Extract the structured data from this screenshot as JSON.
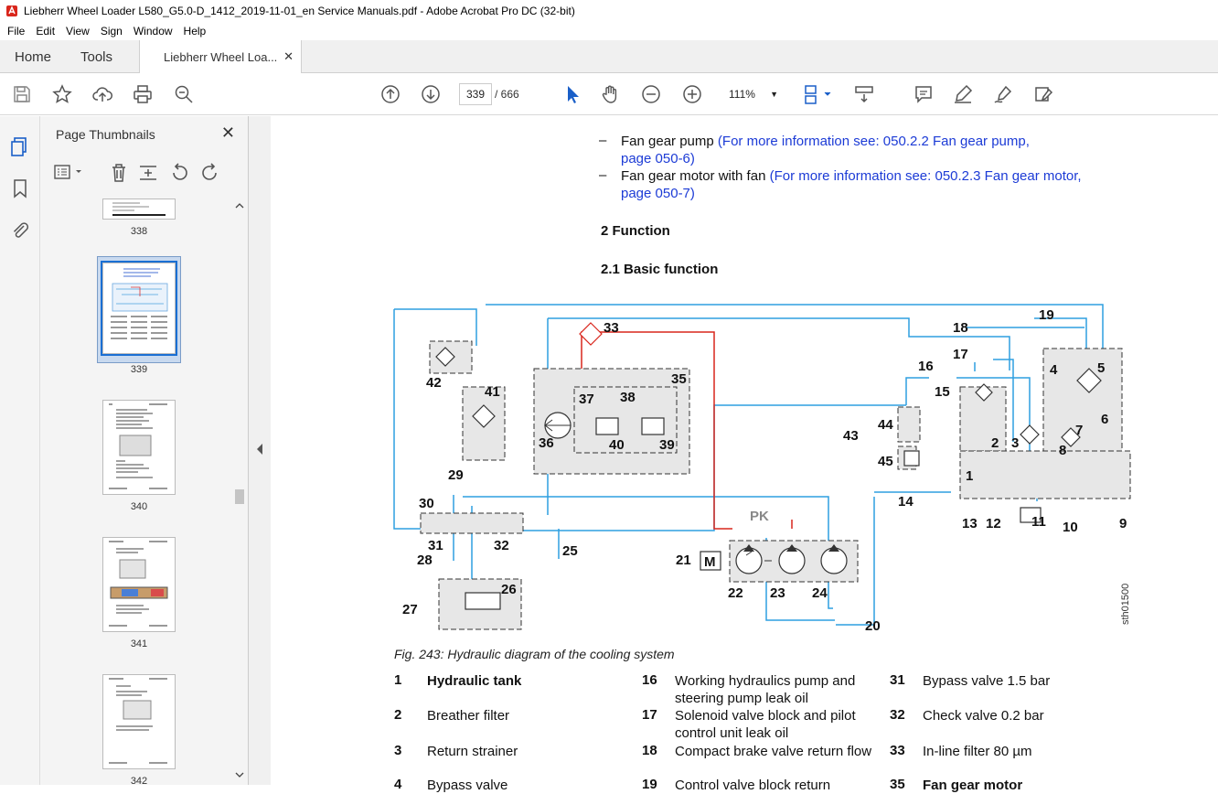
{
  "window": {
    "title": "Liebherr Wheel Loader L580_G5.0-D_1412_2019-11-01_en Service Manuals.pdf - Adobe Acrobat Pro DC (32-bit)"
  },
  "menu": [
    "File",
    "Edit",
    "View",
    "Sign",
    "Window",
    "Help"
  ],
  "tabs": {
    "home": "Home",
    "tools": "Tools",
    "doc": "Liebherr Wheel Loa...",
    "doc_close": "✕"
  },
  "toolbar": {
    "current_page": "339",
    "page_sep": "/ 666",
    "zoom": "111%"
  },
  "thumbnails": {
    "title": "Page Thumbnails",
    "close": "✕",
    "pages": [
      "338",
      "339",
      "340",
      "341",
      "342"
    ],
    "selected": "339"
  },
  "document": {
    "bullets": [
      {
        "dash": "–",
        "text": "Fan gear pump ",
        "link": "(For more information see: 050.2.2 Fan gear pump,",
        "link2": "page 050-6)"
      },
      {
        "dash": "–",
        "text": "Fan gear motor with fan ",
        "link": "(For more information see: 050.2.3 Fan gear motor,",
        "link2": "page 050-7)"
      }
    ],
    "heading1": "2 Function",
    "heading2": "2.1 Basic function",
    "figure_id": "sth01500",
    "caption": "Fig. 243: Hydraulic diagram of the cooling system",
    "labels": {
      "l1": "1",
      "l2": "2",
      "l3": "3",
      "l4": "4",
      "l5": "5",
      "l6": "6",
      "l7": "7",
      "l8": "8",
      "l9": "9",
      "l10": "10",
      "l11": "11",
      "l12": "12",
      "l13": "13",
      "l14": "14",
      "l15": "15",
      "l16": "16",
      "l17": "17",
      "l18": "18",
      "l19": "19",
      "l20": "20",
      "l21": "21",
      "l22": "22",
      "l23": "23",
      "l24": "24",
      "l25": "25",
      "l26": "26",
      "l27": "27",
      "l28": "28",
      "l29": "29",
      "l30": "30",
      "l31": "31",
      "l32": "32",
      "l33": "33",
      "l35": "35",
      "l36": "36",
      "l37": "37",
      "l38": "38",
      "l39": "39",
      "l40": "40",
      "l41": "41",
      "l42": "42",
      "l43": "43",
      "l44": "44",
      "l45": "45",
      "pk": "PK",
      "m": "M"
    },
    "legend": [
      {
        "num": "1",
        "text": "Hydraulic tank",
        "bold": true
      },
      {
        "num": "2",
        "text": "Breather filter"
      },
      {
        "num": "3",
        "text": "Return strainer"
      },
      {
        "num": "4",
        "text": "Bypass valve"
      },
      {
        "num": "16",
        "text": "Working hydraulics pump and steering pump leak oil"
      },
      {
        "num": "17",
        "text": "Solenoid valve block and pilot control unit leak oil"
      },
      {
        "num": "18",
        "text": "Compact brake valve return flow"
      },
      {
        "num": "19",
        "text": "Control valve block return"
      },
      {
        "num": "31",
        "text": "Bypass valve 1.5 bar"
      },
      {
        "num": "32",
        "text": "Check valve 0.2 bar"
      },
      {
        "num": "33",
        "text": "In-line filter 80 µm"
      },
      {
        "num": "35",
        "text": "Fan gear motor",
        "bold": true
      }
    ]
  }
}
